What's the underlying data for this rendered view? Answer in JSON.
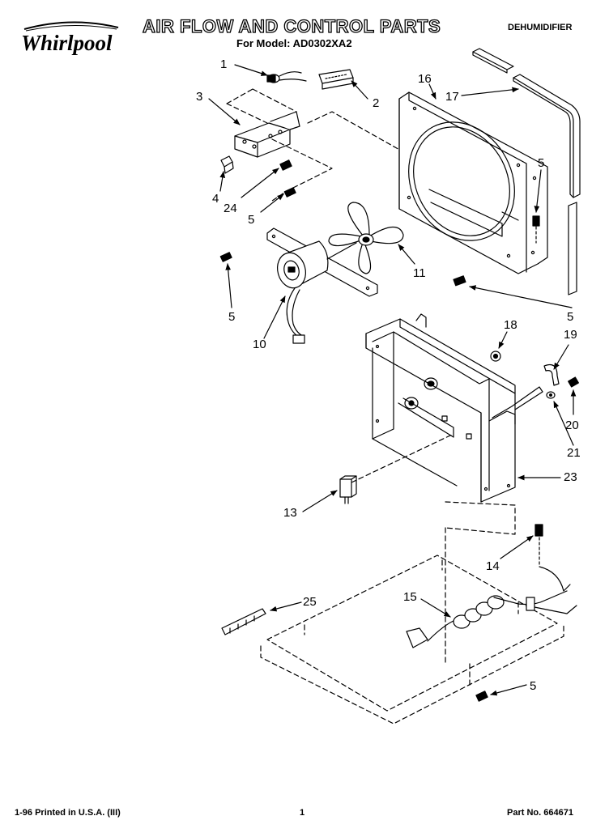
{
  "header": {
    "title": "AIR FLOW AND CONTROL PARTS",
    "model": "For Model: AD0302XA2",
    "category": "DEHUMIDIFIER",
    "logo_text": "Whirlpool"
  },
  "footer": {
    "printed": "1-96 Printed in U.S.A. (III)",
    "page": "1",
    "part_no": "Part No. 664671"
  },
  "callouts": [
    {
      "id": "c1",
      "label": "1"
    },
    {
      "id": "c2",
      "label": "2"
    },
    {
      "id": "c3",
      "label": "3"
    },
    {
      "id": "c4",
      "label": "4"
    },
    {
      "id": "c24",
      "label": "24"
    },
    {
      "id": "c5a",
      "label": "5"
    },
    {
      "id": "c16",
      "label": "16"
    },
    {
      "id": "c17",
      "label": "17"
    },
    {
      "id": "c5b",
      "label": "5"
    },
    {
      "id": "c11",
      "label": "11"
    },
    {
      "id": "c5c",
      "label": "5"
    },
    {
      "id": "c10",
      "label": "10"
    },
    {
      "id": "c5d",
      "label": "5"
    },
    {
      "id": "c18",
      "label": "18"
    },
    {
      "id": "c19",
      "label": "19"
    },
    {
      "id": "c20",
      "label": "20"
    },
    {
      "id": "c21",
      "label": "21"
    },
    {
      "id": "c23",
      "label": "23"
    },
    {
      "id": "c13",
      "label": "13"
    },
    {
      "id": "c14",
      "label": "14"
    },
    {
      "id": "c25",
      "label": "25"
    },
    {
      "id": "c15",
      "label": "15"
    },
    {
      "id": "c5e",
      "label": "5"
    }
  ]
}
